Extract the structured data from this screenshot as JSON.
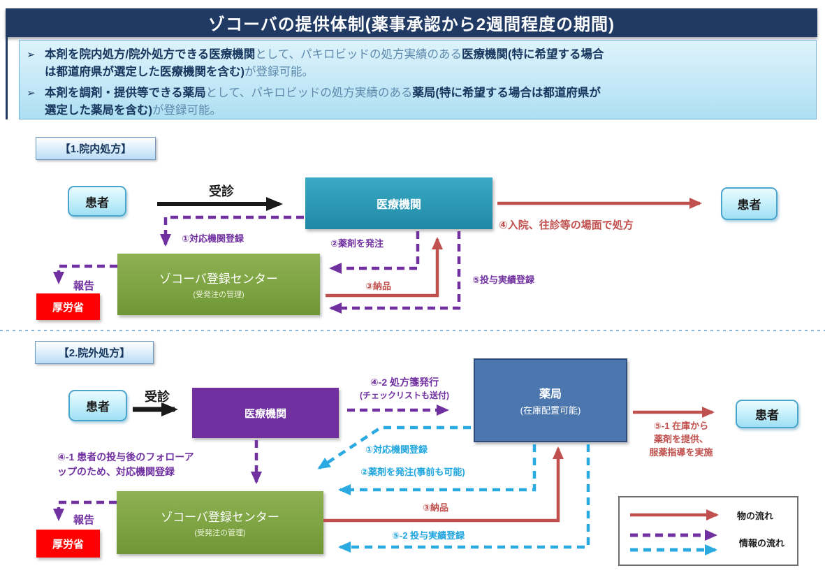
{
  "title": "ゾコーバの提供体制(薬事承認から2週間程度の期間)",
  "intro": {
    "marker": "➢",
    "bullet1": {
      "s1": "本剤を院内処方/院外処方できる医療機関",
      "s2": "として、パキロビッドの処方実績のある",
      "s3": "医療機関(特に希望する場合",
      "s4": "は都道府県が選定した医療機関を含む)",
      "s5": "が登録可能。"
    },
    "bullet2": {
      "s1": "本剤を調剤・提供等できる薬局",
      "s2": "として、パキロビッドの処方実績のある",
      "s3": "薬局(特に希望する場合は都道府県が",
      "s4": "選定した薬局を含む)",
      "s5": "が登録可能。"
    }
  },
  "section1": {
    "heading": "【1.院内処方】",
    "boxes": {
      "patient_left": "患者",
      "medical": "医療機関",
      "patient_right": "患者",
      "center_title": "ゾコーバ登録センター",
      "center_sub": "(受発注の管理)",
      "mhlw": "厚労省"
    },
    "labels": {
      "visit": "受診",
      "reg": "①対応機関登録",
      "order": "②薬剤を発注",
      "delivery": "③納品",
      "prescribe": "④入院、往診等の場面で処方",
      "record": "⑤投与実績登録",
      "report": "報告"
    }
  },
  "section2": {
    "heading": "【2.院外処方】",
    "boxes": {
      "patient_left": "患者",
      "medical": "医療機関",
      "pharmacy_title": "薬局",
      "pharmacy_sub": "(在庫配置可能)",
      "patient_right": "患者",
      "center_title": "ゾコーバ登録センター",
      "center_sub": "(受発注の管理)",
      "mhlw": "厚労省"
    },
    "labels": {
      "visit": "受診",
      "followup_l1": "④-1 患者の投与後のフォローア",
      "followup_l2": "ップのため、対応機関登録",
      "prescription_l1": "④-2 処方箋発行",
      "prescription_l2": "(チェックリストも送付)",
      "reg": "①対応機関登録",
      "order": "②薬剤を発注(事前も可能)",
      "delivery": "③納品",
      "provide_l1": "⑤-1 在庫から",
      "provide_l2": "薬剤を提供、",
      "provide_l3": "服薬指導を実施",
      "record": "⑤-2 投与実績登録",
      "report": "報告"
    }
  },
  "legend": {
    "goods": "物の流れ",
    "info": "情報の流れ"
  },
  "colors": {
    "title_bar": "#203a63",
    "navy_text": "#17365d",
    "light_text": "#5d89ad",
    "teal_box": "#2795ae",
    "purple_box": "#7030a0",
    "pharmacy_box": "#4b77ae",
    "green_box": "#7ea13d",
    "mhlw_red": "#ff0000",
    "arrow_black": "#1a1a1a",
    "arrow_red": "#c0504d",
    "arrow_purple": "#7030a0",
    "arrow_cyan": "#2ba9e1"
  }
}
